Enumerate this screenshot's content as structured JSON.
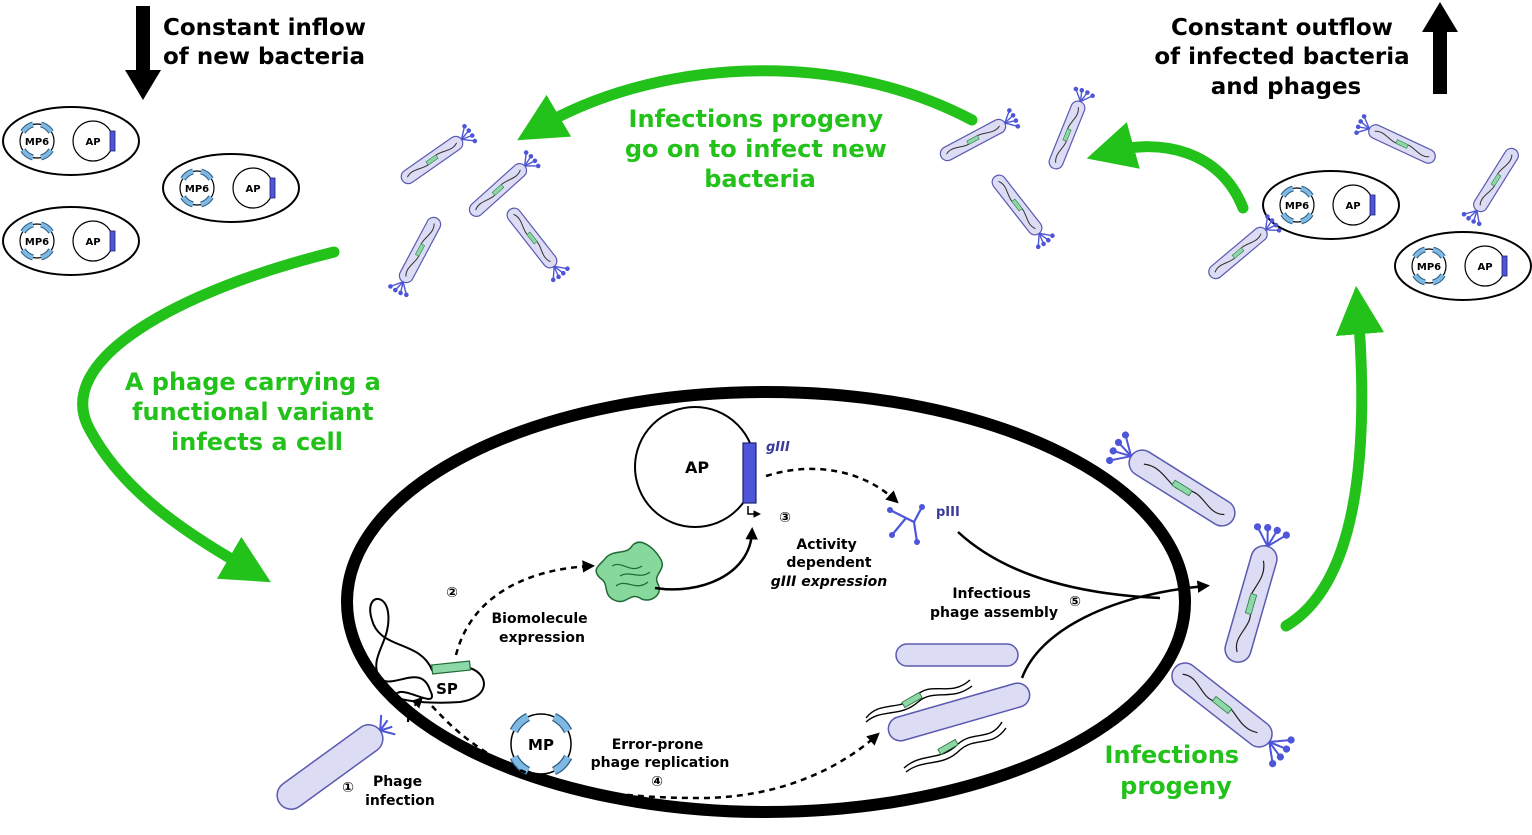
{
  "labels": {
    "inflow": [
      "Constant inflow",
      "of new bacteria"
    ],
    "outflow": [
      "Constant outflow",
      "of infected bacteria",
      "and phages"
    ],
    "progeny_infect": [
      "Infections progeny",
      "go on to infect new",
      "bacteria"
    ],
    "functional_variant": [
      "A phage carrying a",
      "functional variant",
      "infects a cell"
    ],
    "progeny": [
      "Infections",
      "progeny"
    ]
  },
  "plasmids": {
    "mp6": "MP6",
    "ap_small": "AP",
    "ap_large": "AP",
    "sp": "SP",
    "mp": "MP",
    "giii": "gIII",
    "piii": "pIII"
  },
  "steps": [
    {
      "number": "①",
      "lines": [
        "Phage",
        "infection"
      ]
    },
    {
      "number": "②",
      "lines": [
        "Biomolecule",
        "expression"
      ]
    },
    {
      "number": "③",
      "lines": [
        "Activity",
        "dependent",
        "gIII expression"
      ]
    },
    {
      "number": "④",
      "lines": [
        "Error-prone",
        "phage replication"
      ]
    },
    {
      "number": "⑤",
      "lines": [
        "Infectious",
        "phage assembly"
      ]
    }
  ],
  "colors": {
    "green_arrow": "#22c21a",
    "phage_fill": "#dcdcf5",
    "phage_stroke": "#5a5ab0",
    "plasmid_segment": "#7fb8e0",
    "giii_segment": "#4d55d8",
    "sp_gene": "#8ed8a8",
    "protein": "#86d89c"
  }
}
